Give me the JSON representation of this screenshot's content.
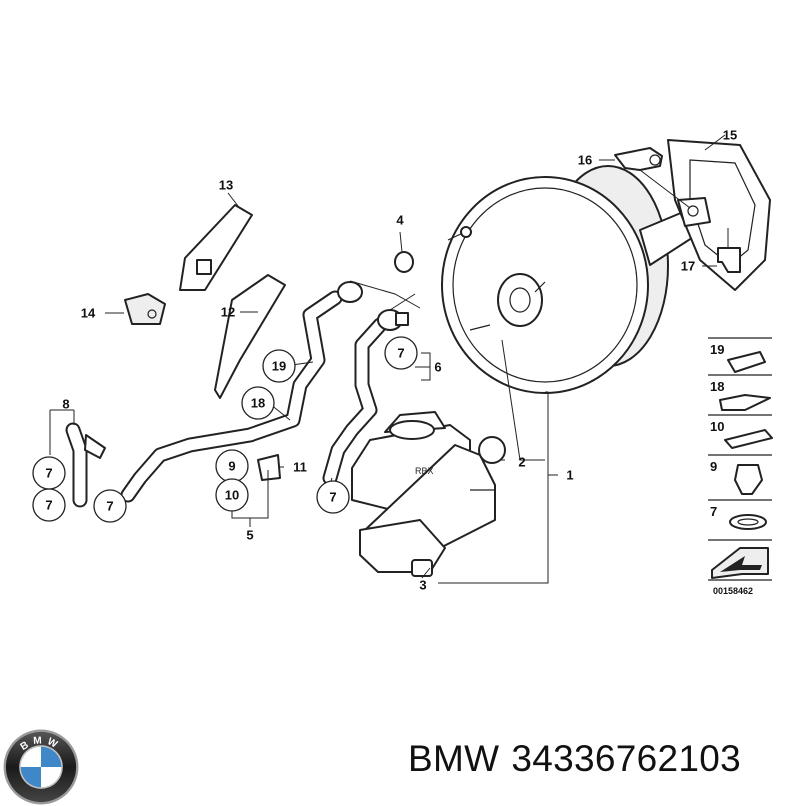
{
  "diagram": {
    "callouts": {
      "p1": "1",
      "p2": "2",
      "p3": "3",
      "p4": "4",
      "p5": "5",
      "p6": "6",
      "p7a": "7",
      "p7b": "7",
      "p7c": "7",
      "p7d": "7",
      "p7e": "7",
      "p8": "8",
      "p9": "9",
      "p10": "10",
      "p11": "11",
      "p12": "12",
      "p13": "13",
      "p14": "14",
      "p15": "15",
      "p16": "16",
      "p17": "17",
      "p18": "18",
      "p19": "19"
    },
    "side_panel": {
      "items": [
        "19",
        "18",
        "10",
        "9",
        "7"
      ],
      "code": "00158462"
    }
  },
  "logo": {
    "letters": "BMW"
  },
  "caption": {
    "brand": "BMW",
    "part_number": "34336762103"
  }
}
